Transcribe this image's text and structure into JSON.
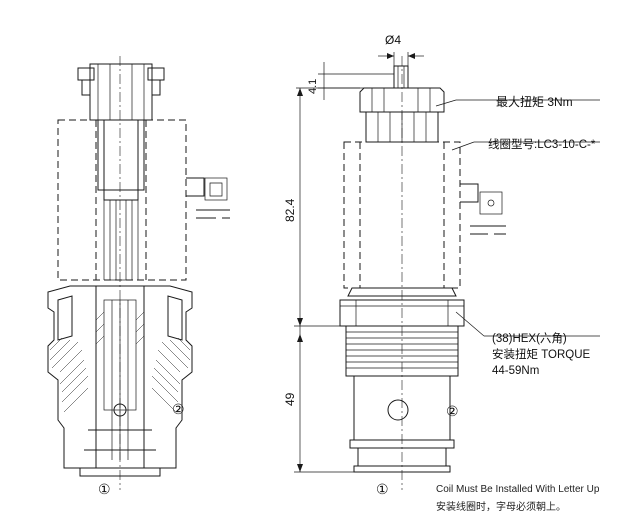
{
  "dimensions": {
    "diameter": "Ø4",
    "top_offset": "4.1",
    "height_upper": "82.4",
    "height_lower": "49"
  },
  "callouts": {
    "max_torque": "最大扭矩 3Nm",
    "coil_model": "线圈型号:LC3-10-C-*",
    "hex": "(38)HEX(六角)",
    "install_torque": "安装扭矩 TORQUE",
    "torque_range": "44-59Nm"
  },
  "ports": {
    "port_1": "①",
    "port_2": "②"
  },
  "footnote": {
    "english": "Coil Must Be Installed With Letter Up",
    "chinese": "安装线圈时，字母必须朝上。"
  }
}
